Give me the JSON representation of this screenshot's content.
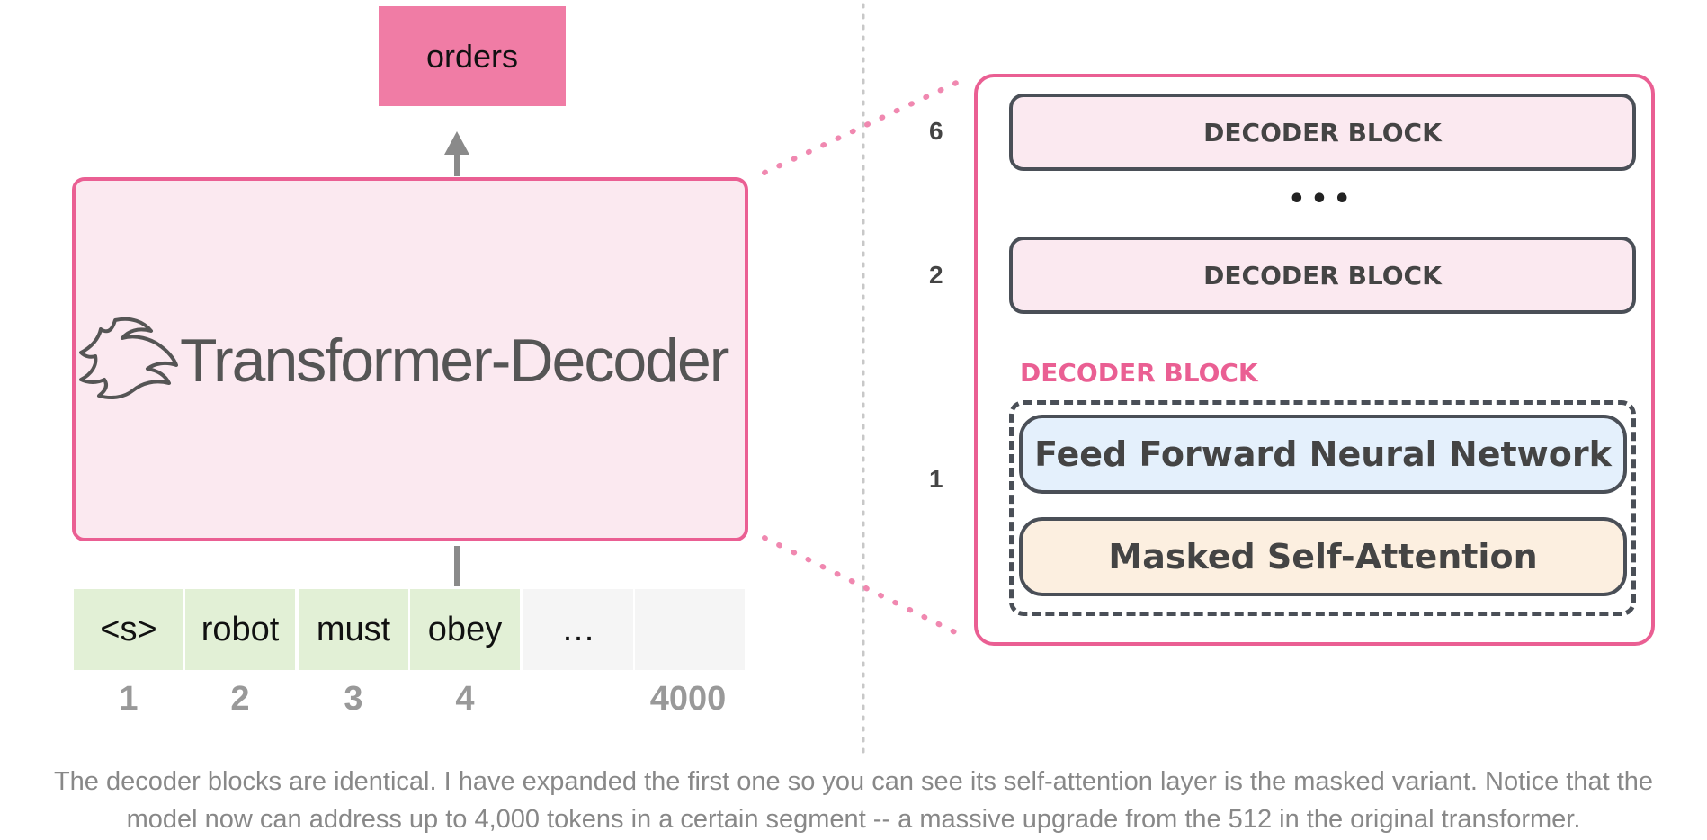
{
  "output": {
    "label": "orders"
  },
  "decoder": {
    "title": "Transformer-Decoder"
  },
  "tokens": [
    "<s>",
    "robot",
    "must",
    "obey",
    "…",
    ""
  ],
  "positions": [
    "1",
    "2",
    "3",
    "4",
    "4000"
  ],
  "stack": {
    "layer_numbers": [
      "6",
      "2",
      "1"
    ],
    "block_label": "DECODER BLOCK",
    "ellipsis": "•••",
    "expanded_label": "DECODER BLOCK",
    "ffnn_label": "Feed Forward Neural Network",
    "attention_label": "Masked Self-Attention"
  },
  "caption": {
    "line1": "The decoder blocks are identical. I have expanded the first one so you can see its self-attention layer is the masked variant. Notice that the",
    "line2": "model now can address up to 4,000 tokens in a certain segment -- a massive upgrade from the 512 in the original transformer."
  },
  "colors": {
    "pink_accent": "#ea5f93",
    "output_fill": "#f07ca5",
    "decoder_fill": "#fbe9f0",
    "token_fill": "#e2f0d6",
    "empty_token_fill": "#f5f5f5",
    "ffnn_fill": "#e4f0fc",
    "attention_fill": "#fcefe0"
  },
  "icons": {
    "logo": "flame-logo-icon"
  }
}
